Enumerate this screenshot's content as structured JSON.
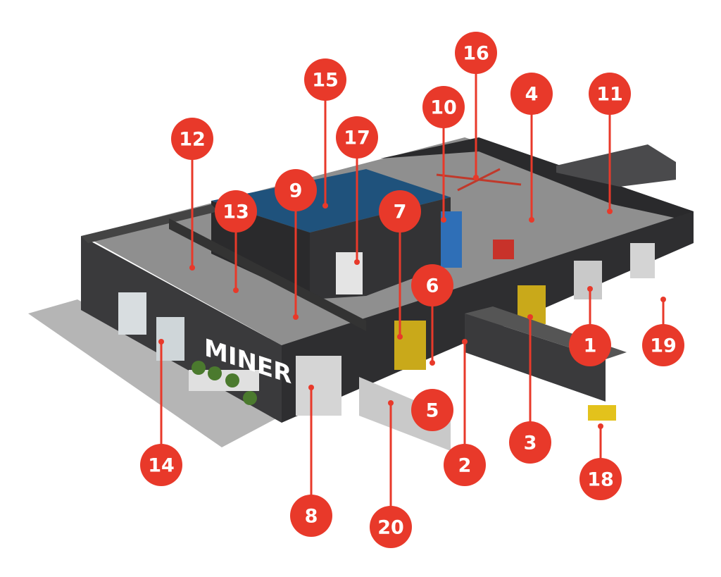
{
  "title": "Warehouse loading dock diagram",
  "brand": {
    "logo_text": "MINER"
  },
  "colors": {
    "callout": "#e8392a",
    "wall": "#2f2f31",
    "floor": "#8e8e8e",
    "cooler_roof": "#1e4f78",
    "ground": "#b9b9b9"
  },
  "callouts": [
    {
      "label": "1"
    },
    {
      "label": "2"
    },
    {
      "label": "3"
    },
    {
      "label": "4"
    },
    {
      "label": "5"
    },
    {
      "label": "6"
    },
    {
      "label": "7"
    },
    {
      "label": "8"
    },
    {
      "label": "9"
    },
    {
      "label": "10"
    },
    {
      "label": "11"
    },
    {
      "label": "12"
    },
    {
      "label": "13"
    },
    {
      "label": "14"
    },
    {
      "label": "15"
    },
    {
      "label": "16"
    },
    {
      "label": "17"
    },
    {
      "label": "18"
    },
    {
      "label": "19"
    },
    {
      "label": "20"
    }
  ]
}
